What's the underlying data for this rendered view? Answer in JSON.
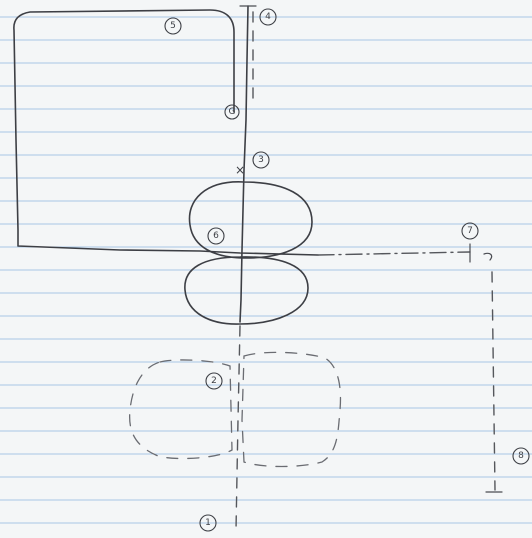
{
  "paper": {
    "background": "#f4f6f7",
    "rule_color": "#a9c7e6",
    "ink_color": "#3d3f45"
  },
  "markers": [
    {
      "id": "1",
      "label": "1"
    },
    {
      "id": "2",
      "label": "2"
    },
    {
      "id": "3",
      "label": "3"
    },
    {
      "id": "4",
      "label": "4"
    },
    {
      "id": "5",
      "label": "5"
    },
    {
      "id": "6",
      "label": "6"
    },
    {
      "id": "7",
      "label": "7"
    },
    {
      "id": "8",
      "label": "8"
    },
    {
      "id": "g",
      "label": "G"
    }
  ],
  "cross_symbol": "×"
}
